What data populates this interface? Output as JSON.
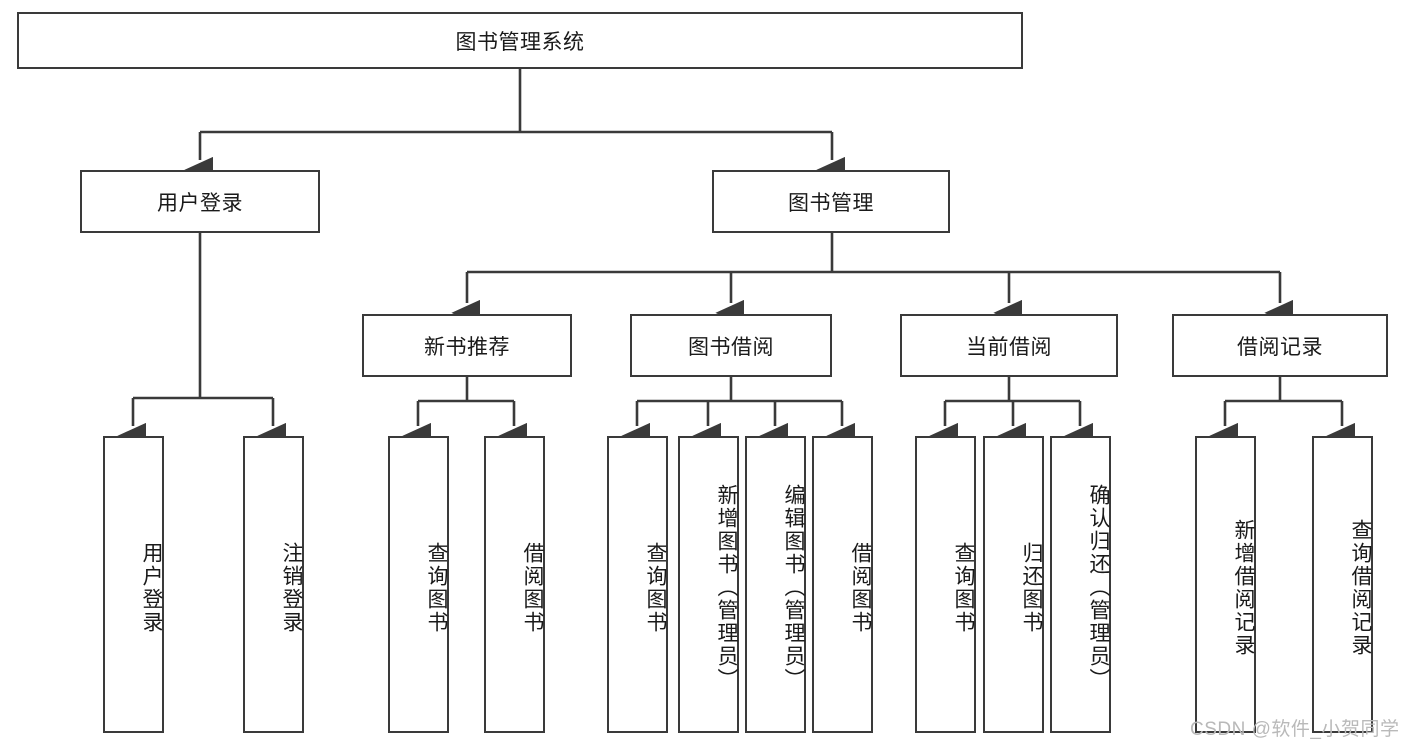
{
  "diagram": {
    "title": "图书管理系统",
    "type": "hierarchy-tree",
    "watermark": "CSDN @软件_小贺同学",
    "colors": {
      "stroke": "#3a3a3a",
      "text": "#1a1a1a",
      "background": "#ffffff",
      "watermark": "#b9b9b9"
    },
    "levels": {
      "root": {
        "label": "图书管理系统"
      },
      "level2": [
        {
          "label": "用户登录"
        },
        {
          "label": "图书管理"
        }
      ],
      "level3": [
        {
          "label": "新书推荐"
        },
        {
          "label": "图书借阅"
        },
        {
          "label": "当前借阅"
        },
        {
          "label": "借阅记录"
        }
      ],
      "leaves_user_login": [
        {
          "label": "用户登录"
        },
        {
          "label": "注销登录"
        }
      ],
      "leaves_new_book": [
        {
          "label": "查询图书"
        },
        {
          "label": "借阅图书"
        }
      ],
      "leaves_borrow": [
        {
          "label": "查询图书"
        },
        {
          "label": "新增图书（管理员）"
        },
        {
          "label": "编辑图书（管理员）"
        },
        {
          "label": "借阅图书"
        }
      ],
      "leaves_current": [
        {
          "label": "查询图书"
        },
        {
          "label": "归还图书"
        },
        {
          "label": "确认归还（管理员）"
        }
      ],
      "leaves_records": [
        {
          "label": "新增借阅记录"
        },
        {
          "label": "查询借阅记录"
        }
      ]
    }
  }
}
